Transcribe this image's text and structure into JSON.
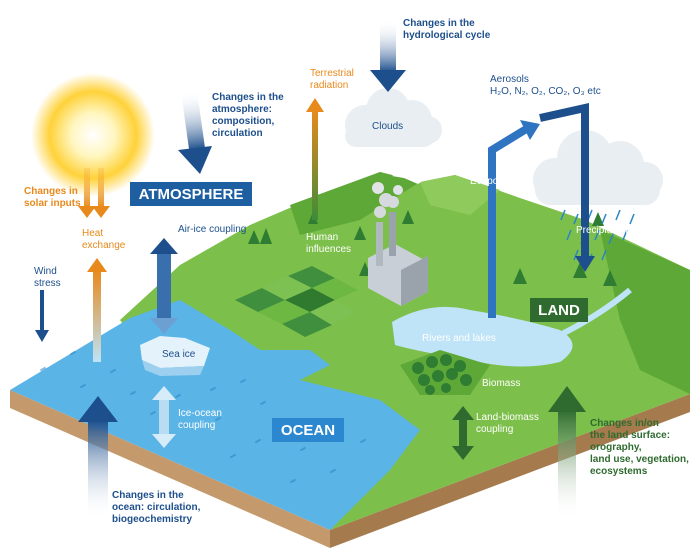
{
  "badges": {
    "atmosphere": "ATMOSPHERE",
    "ocean": "OCEAN",
    "land": "LAND"
  },
  "labels": {
    "hydrological_line1": "Changes in the",
    "hydrological_line2": "hydrological cycle",
    "atmosphere_line1": "Changes in the",
    "atmosphere_line2": "atmosphere:",
    "atmosphere_line3": "composition,",
    "atmosphere_line4": "circulation",
    "solar_line1": "Changes in",
    "solar_line2": "solar inputs",
    "terrestrial_line1": "Terrestrial",
    "terrestrial_line2": "radiation",
    "aerosols_line1": "Aerosols",
    "aerosols_h2o": "H₂O, N₂, O₂, CO₂, O₃ etc",
    "clouds": "Clouds",
    "evaporation": "Evaporation",
    "precipitation": "Precipitation",
    "heat_line1": "Heat",
    "heat_line2": "exchange",
    "air_ice": "Air-ice coupling",
    "human_line1": "Human",
    "human_line2": "influences",
    "wind_line1": "Wind",
    "wind_line2": "stress",
    "sea_ice": "Sea ice",
    "rivers": "Rivers and lakes",
    "biomass": "Biomass",
    "ice_ocean_line1": "Ice-ocean",
    "ice_ocean_line2": "coupling",
    "land_biomass_line1": "Land-biomass",
    "land_biomass_line2": "coupling",
    "land_surface_line1": "Changes in/on",
    "land_surface_line2": "the land surface:",
    "land_surface_line3": "orography,",
    "land_surface_line4": "land use, vegetation,",
    "land_surface_line5": "ecosystems",
    "ocean_change_line1": "Changes in the",
    "ocean_change_line2": "ocean: circulation,",
    "ocean_change_line3": "biogeochemistry"
  },
  "colors": {
    "ocean": "#5ab4e6",
    "land": "#7cbf4a",
    "navy": "#1d4f8c",
    "orange": "#e8891c",
    "dark_green": "#2f6b2f"
  }
}
